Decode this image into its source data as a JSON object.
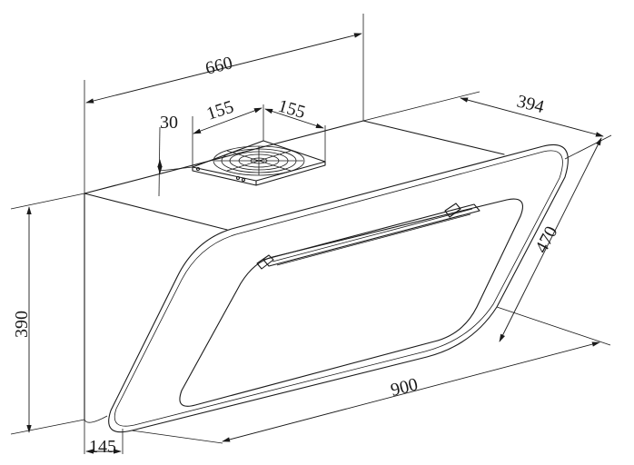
{
  "dimensions": {
    "width": "660",
    "depth": "394",
    "height": "390",
    "length": "900",
    "glass": "470",
    "outlet_w": "155",
    "outlet_d": "155",
    "outlet_h": "30",
    "base": "145"
  }
}
